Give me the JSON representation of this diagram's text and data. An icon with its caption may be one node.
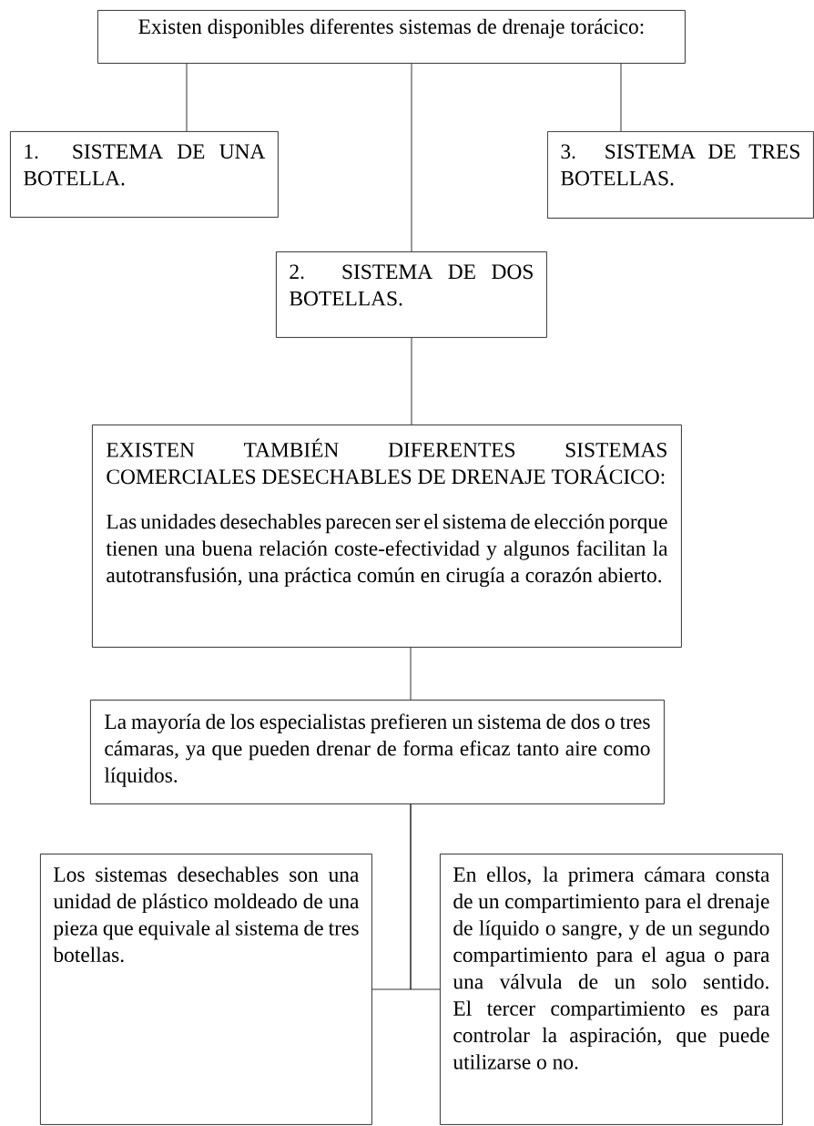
{
  "diagram": {
    "nodes": [
      {
        "text": [
          "Existen disponibles diferentes sistemas de drenaje torácico:"
        ]
      },
      {
        "text": [
          "1. SISTEMA DE UNA BOTELLA."
        ]
      },
      {
        "text": [
          "3. SISTEMA DE TRES BOTELLAS."
        ]
      },
      {
        "text": [
          "2. SISTEMA DE DOS BOTELLAS."
        ]
      },
      {
        "text": [
          "EXISTEN TAMBIÉN DIFERENTES SISTEMAS COMERCIALES DESECHABLES DE DRENAJE TORÁCICO:",
          "Las unidades desechables parecen ser el sistema de elección porque tienen una buena relación coste-efectividad y algunos facilitan la autotransfusión, una práctica común en cirugía a corazón abierto."
        ]
      },
      {
        "text": [
          "La mayoría de los especialistas prefieren un sistema de dos o tres cámaras, ya que pueden drenar de forma eficaz tanto aire como líquidos."
        ]
      },
      {
        "text": [
          "Los sistemas desechables son una unidad de plástico moldeado de una pieza que equivale al sistema de tres botellas."
        ]
      },
      {
        "text": [
          "En ellos, la primera cámara consta de un compartimiento para el drenaje de líquido o sangre, y de un segundo compartimiento para el agua o para una válvula de un solo sentido. El tercer compartimiento es para controlar la aspiración, que puede utilizarse o no."
        ]
      }
    ],
    "edges": [
      {
        "from": 0,
        "to": 1,
        "arrow": "none"
      },
      {
        "from": 0,
        "to": 2,
        "arrow": "none"
      },
      {
        "from": 0,
        "to": 3,
        "arrow": "none"
      },
      {
        "from": 3,
        "to": 4,
        "arrow": "none"
      },
      {
        "from": 4,
        "to": 5,
        "arrow": "none"
      },
      {
        "from": 5,
        "to": 6,
        "arrow": "none"
      },
      {
        "from": 5,
        "to": 7,
        "arrow": "none"
      }
    ]
  }
}
